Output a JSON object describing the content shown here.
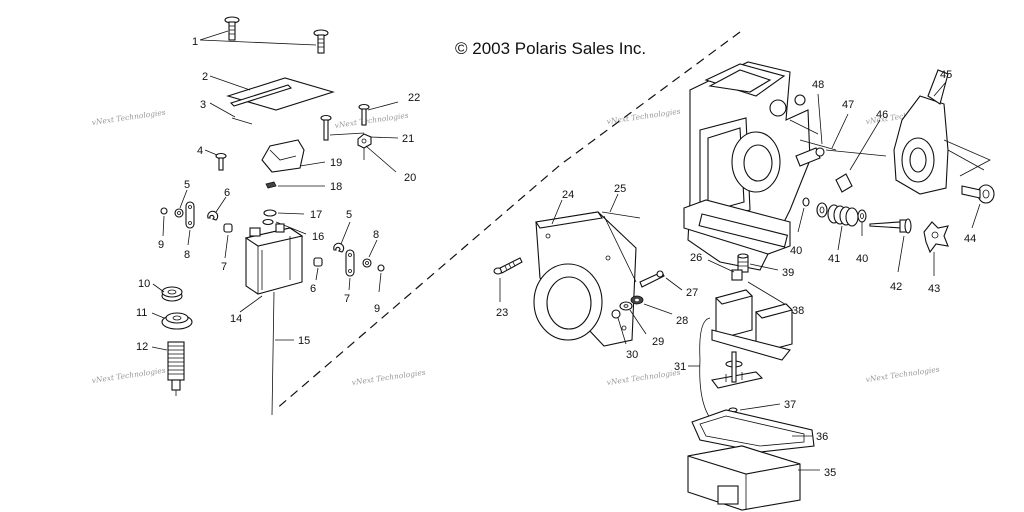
{
  "copyright": "© 2003 Polaris Sales Inc.",
  "watermark": "vNext Technologies",
  "callouts": [
    "1",
    "2",
    "3",
    "4",
    "5",
    "6",
    "7",
    "8",
    "9",
    "10",
    "11",
    "12",
    "14",
    "15",
    "16",
    "17",
    "18",
    "19",
    "20",
    "21",
    "22",
    "5",
    "6",
    "7",
    "8",
    "9",
    "23",
    "24",
    "25",
    "26",
    "27",
    "28",
    "29",
    "30",
    "31",
    "35",
    "36",
    "37",
    "38",
    "39",
    "40",
    "40",
    "41",
    "42",
    "43",
    "44",
    "45",
    "46",
    "47",
    "48"
  ]
}
